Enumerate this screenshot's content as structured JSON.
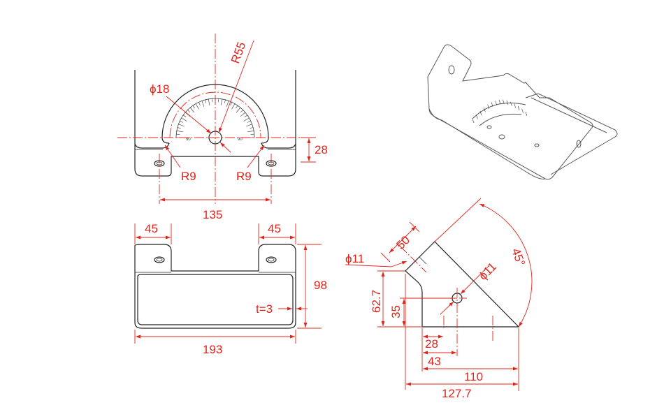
{
  "colors": {
    "dimension": "#e2231a",
    "outline": "#222222",
    "background": "#ffffff"
  },
  "front_view": {
    "radius_top": "R55",
    "hole_diameter": "ϕ18",
    "fillet_left": "R9",
    "fillet_right": "R9",
    "height_side": "28",
    "hole_spacing": "135",
    "scale_label_left": "90",
    "scale_label_right": "90"
  },
  "top_view": {
    "flange_left_width": "45",
    "flange_right_width": "45",
    "depth": "98",
    "thickness": "t=3",
    "total_width": "193"
  },
  "side_view": {
    "flange_length": "50",
    "slot_hole_diameter": "ϕ11",
    "center_hole_diameter": "ϕ11",
    "angle": "45°",
    "height_total": "62.7",
    "height_hole": "35",
    "dist_28": "28",
    "dist_43": "43",
    "base_110": "110",
    "base_127_7": "127.7"
  }
}
